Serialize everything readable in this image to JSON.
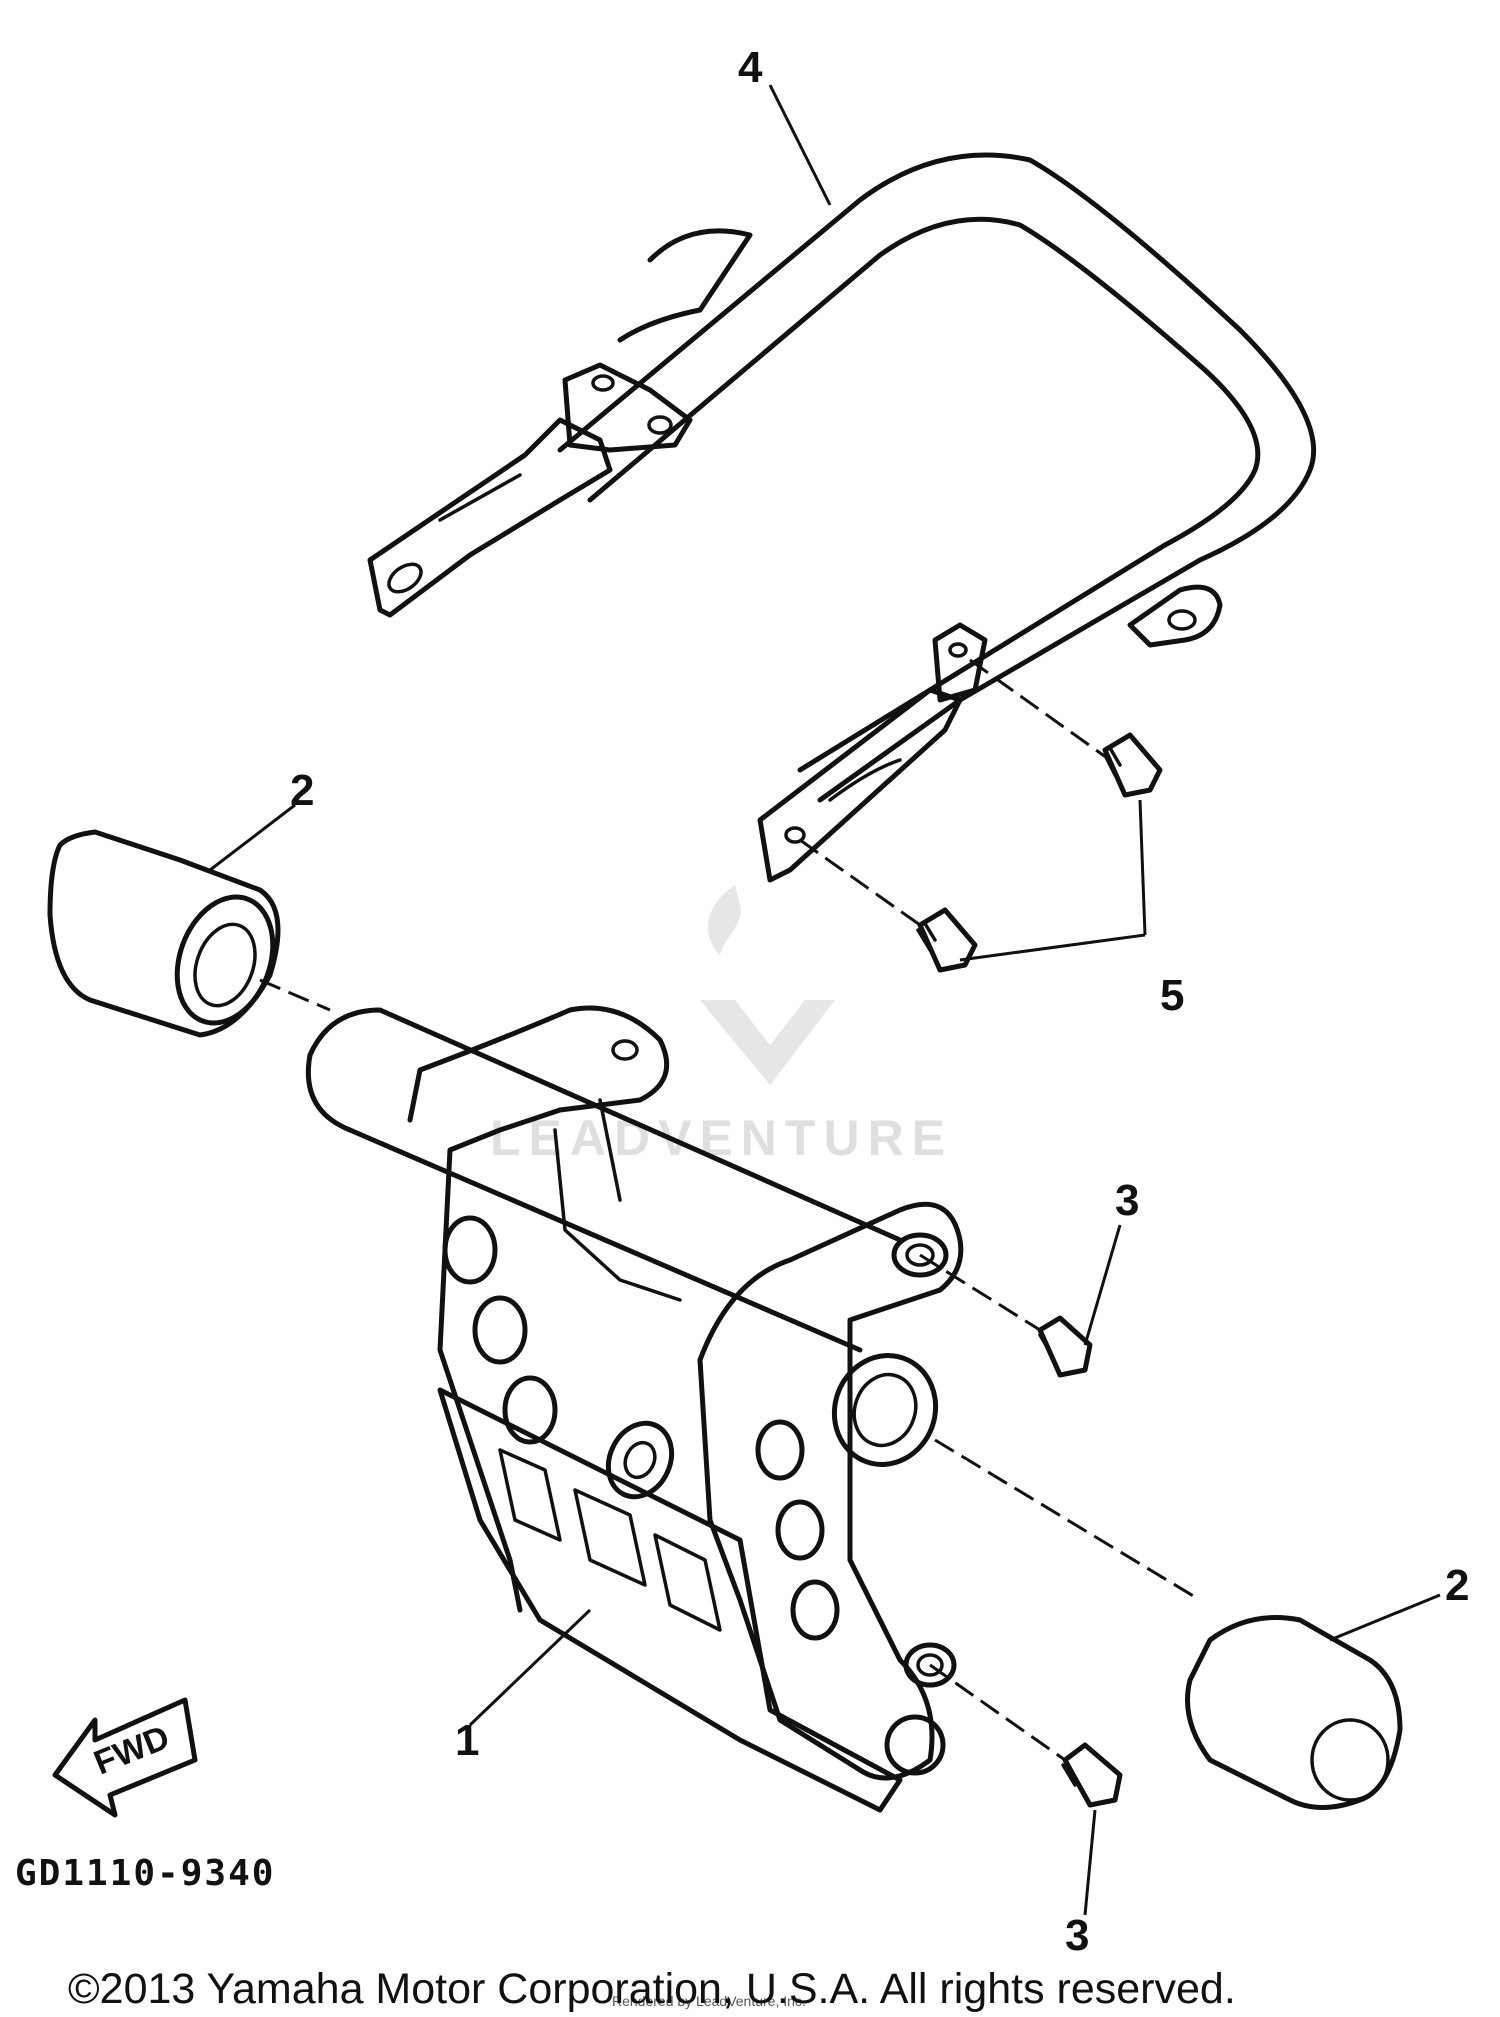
{
  "diagram": {
    "callouts": {
      "p1": "1",
      "p2_left": "2",
      "p2_right": "2",
      "p3_upper": "3",
      "p3_lower": "3",
      "p4": "4",
      "p5": "5"
    },
    "direction_label": "FWD",
    "drawing_code": "GD1110-9340",
    "watermark": "LEADVENTURE",
    "credit": "Rendered by LeadVenture, Inc.",
    "copyright": "©2013 Yamaha Motor Corporation, U.S.A. All rights reserved."
  }
}
